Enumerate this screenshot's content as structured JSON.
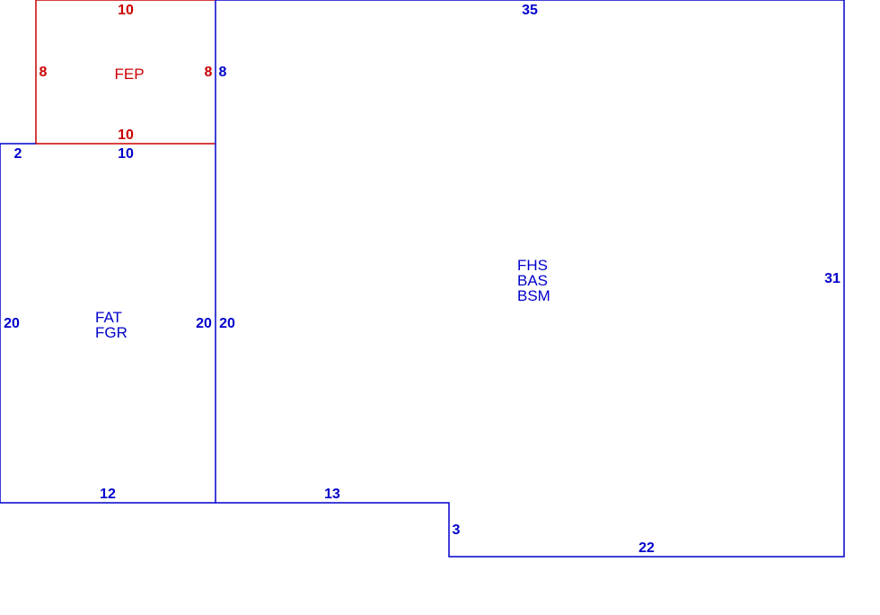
{
  "colors": {
    "blue": "#0000cc",
    "red": "#cc0000",
    "background": "#ffffff"
  },
  "fep": {
    "label": "FEP",
    "top": "10",
    "bottom": "10",
    "left": "8",
    "right": "8"
  },
  "main": {
    "top": "35",
    "left": "8",
    "right": "31",
    "left_lower": "20",
    "bottom_left": "13",
    "step": "3",
    "bottom_right": "22",
    "area_codes": [
      "FHS",
      "BAS",
      "BSM"
    ]
  },
  "garage": {
    "top_short": "2",
    "top": "10",
    "left": "20",
    "right": "20",
    "bottom": "12",
    "area_codes": [
      "FAT",
      "FGR"
    ]
  }
}
